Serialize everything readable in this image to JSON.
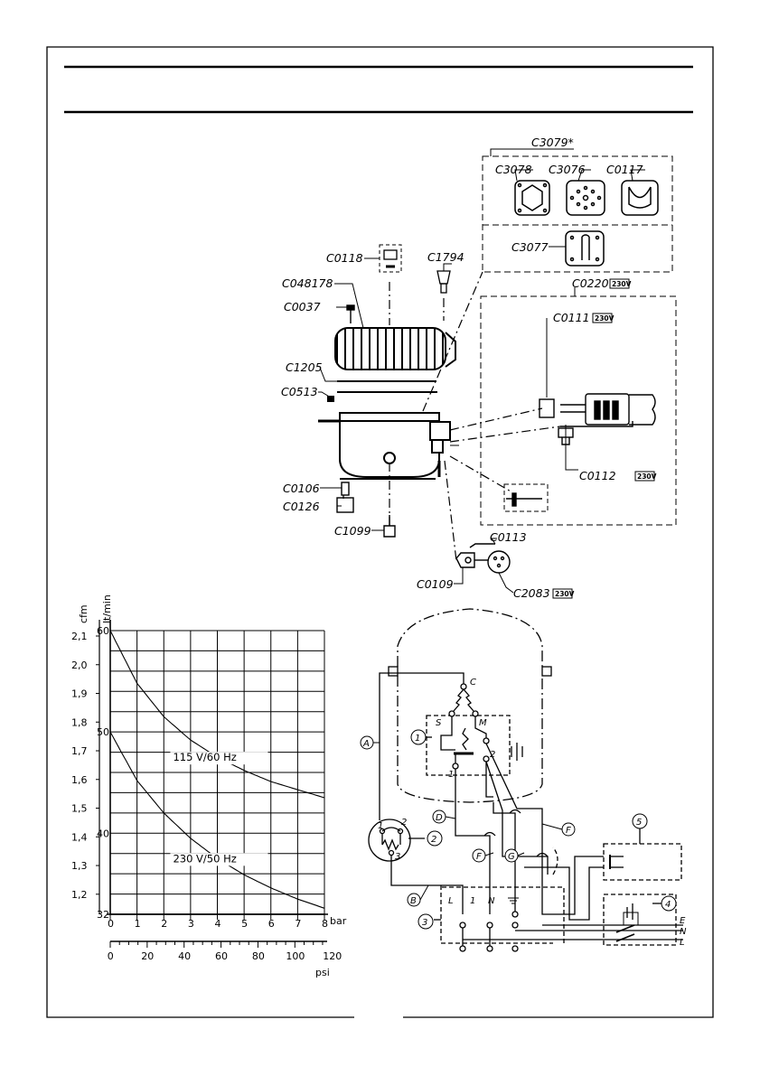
{
  "parts": {
    "C3079": "C3079*",
    "C3078": "C3078",
    "C3076": "C3076",
    "C0117": "C0117",
    "C3077": "C3077",
    "C0118": "C0118",
    "C1794": "C1794",
    "C048178": "C048178",
    "C0037": "C0037",
    "C1205": "C1205",
    "C0513": "C0513",
    "C0106": "C0106",
    "C0126": "C0126",
    "C1099": "C1099",
    "C0220": "C0220",
    "C0111": "C0111",
    "C0112": "C0112",
    "C0113": "C0113",
    "C0109": "C0109",
    "C2083": "C2083",
    "voltage_tag": "230V"
  },
  "chart_data": {
    "type": "line",
    "x_unit_bar": "bar",
    "x_unit_psi": "psi",
    "y_unit_lt": "lt/min",
    "y_unit_cfm": "cfm",
    "bar_ticks": [
      "0",
      "1",
      "2",
      "3",
      "4",
      "5",
      "6",
      "7",
      "8"
    ],
    "psi_ticks": [
      "0",
      "20",
      "40",
      "60",
      "80",
      "100",
      "120"
    ],
    "lt_ticks": [
      "32",
      "40",
      "50",
      "60"
    ],
    "cfm_ticks": [
      "1,2",
      "1,3",
      "1,4",
      "1,5",
      "1,6",
      "1,7",
      "1,8",
      "1,9",
      "2,0",
      "2,1"
    ],
    "xlim": [
      0,
      8
    ],
    "ylim_lt": [
      32,
      60
    ],
    "series": [
      {
        "name": "115 V/60 Hz",
        "x": [
          0,
          1,
          2,
          3,
          4,
          5,
          6,
          7,
          8
        ],
        "values": [
          60.0,
          54.8,
          51.5,
          49.2,
          47.5,
          46.2,
          45.1,
          44.3,
          43.5
        ]
      },
      {
        "name": "230 V/50 Hz",
        "x": [
          0,
          1,
          2,
          3,
          4,
          5,
          6,
          7,
          8
        ],
        "values": [
          50.0,
          45.2,
          42.0,
          39.5,
          37.5,
          35.9,
          34.6,
          33.5,
          32.6
        ]
      }
    ]
  },
  "wiring": {
    "callouts": [
      "A",
      "B",
      "D",
      "F",
      "F",
      "G"
    ],
    "components": [
      "1",
      "2",
      "3",
      "4",
      "5"
    ],
    "terminals": {
      "C": "C",
      "S": "S",
      "M": "M",
      "t1": "1",
      "t2": "2",
      "t3": "3",
      "c1": "1",
      "c2": "2"
    },
    "block": {
      "L": "L",
      "one": "1",
      "N": "N"
    },
    "mains": {
      "E": "E",
      "N": "N",
      "L": "L"
    }
  }
}
